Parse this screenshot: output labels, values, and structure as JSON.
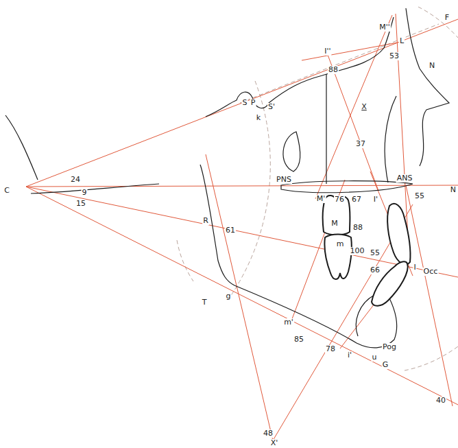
{
  "diagram": {
    "labels": [
      "F",
      "M''",
      "L",
      "53",
      "N",
      "I''",
      "88",
      "S",
      "P",
      "S'",
      "k",
      "X",
      "37",
      "C",
      "24",
      "9",
      "15",
      "PNS",
      "M'",
      "76",
      "67",
      "I'",
      "ANS",
      "N",
      "55",
      "R",
      "61",
      "M",
      "88",
      "m",
      "100",
      "55",
      "66",
      "I",
      "Occ",
      "g",
      "T",
      "m'",
      "85",
      "78",
      "i'",
      "Pog",
      "u",
      "G",
      "40",
      "48",
      "X'"
    ]
  }
}
